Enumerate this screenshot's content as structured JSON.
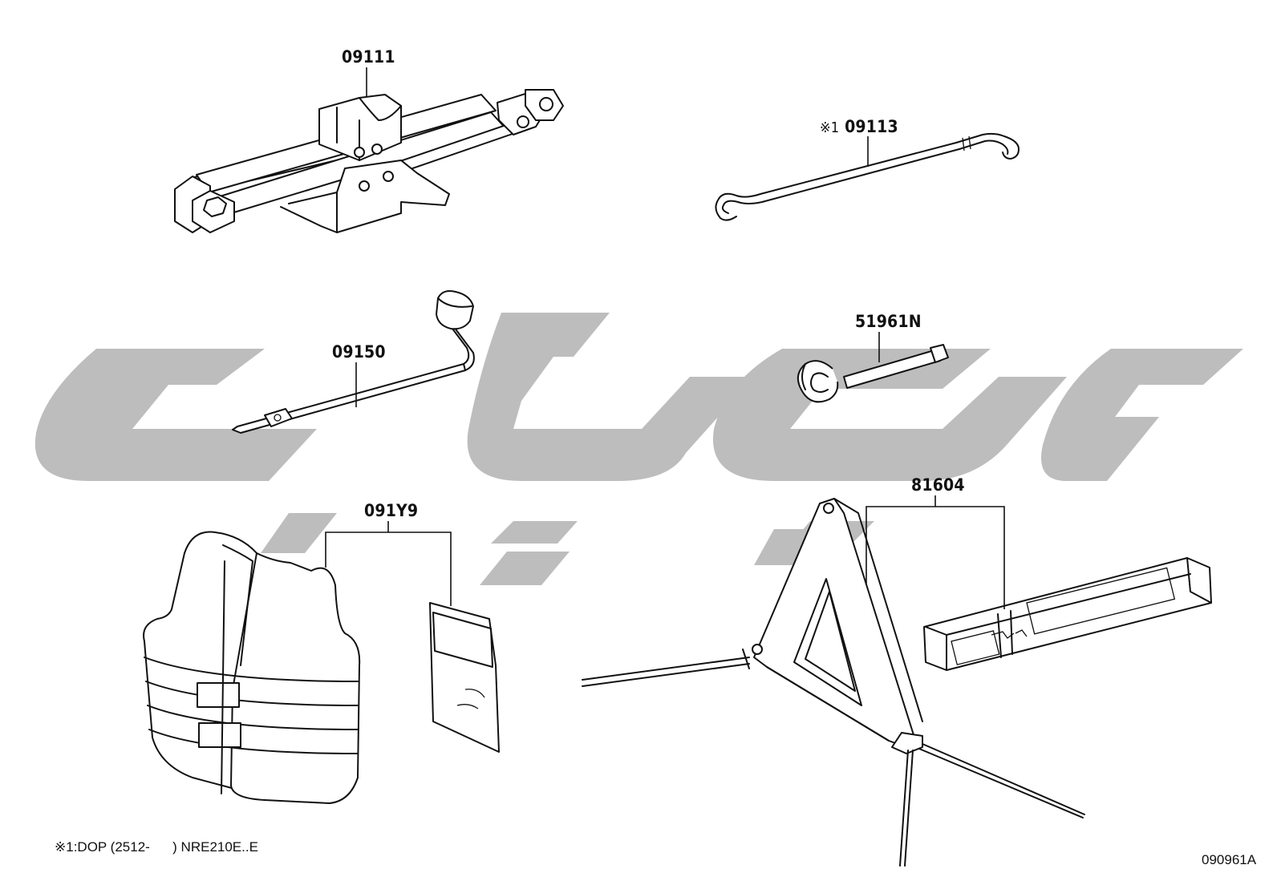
{
  "parts": {
    "jack": "09111",
    "jack_handle": "09113",
    "jack_handle_marker": "※1",
    "wrench": "09150",
    "hook": "51961N",
    "vest": "091Y9",
    "triangle": "81604"
  },
  "footnote": {
    "marker": "※1",
    "text": ":DOP (2512-      ) NRE210E..E"
  },
  "diagram_code": "090961A",
  "watermark": {
    "color": "#bdbdbd"
  }
}
